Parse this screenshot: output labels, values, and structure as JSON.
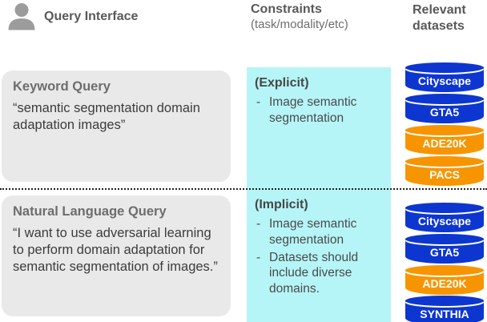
{
  "header": {
    "title": "Query Interface",
    "constraints_title": "Constraints",
    "constraints_subtitle": "(task/modality/etc)",
    "datasets_title_line1": "Relevant",
    "datasets_title_line2": "datasets"
  },
  "ui": {
    "bullet_marker": "-",
    "person_icon": "person-icon"
  },
  "palette": {
    "dataset_blue": "#0d36d0",
    "dataset_orange": "#f79500",
    "constraints_bg": "#b6f5f7",
    "query_box_bg": "#e9e9e9",
    "header_text": "#595959"
  },
  "rows": [
    {
      "query_title": "Keyword Query",
      "query_text": "“semantic segmentation domain adaptation images”",
      "constraint_label": "(Explicit)",
      "constraint_items": [
        "Image semantic segmentation"
      ],
      "datasets": [
        {
          "name": "Cityscape",
          "color": "blue"
        },
        {
          "name": "GTA5",
          "color": "blue"
        },
        {
          "name": "ADE20K",
          "color": "orange"
        },
        {
          "name": "PACS",
          "color": "orange"
        }
      ]
    },
    {
      "query_title": "Natural Language Query",
      "query_text": "“I want to use adversarial learning to perform domain adaptation for semantic segmentation of images.”",
      "constraint_label": "(Implicit)",
      "constraint_items": [
        "Image semantic segmentation",
        "Datasets should include diverse domains."
      ],
      "datasets": [
        {
          "name": "Cityscape",
          "color": "blue"
        },
        {
          "name": "GTA5",
          "color": "blue"
        },
        {
          "name": "ADE20K",
          "color": "orange"
        },
        {
          "name": "SYNTHIA",
          "color": "blue"
        }
      ]
    }
  ]
}
